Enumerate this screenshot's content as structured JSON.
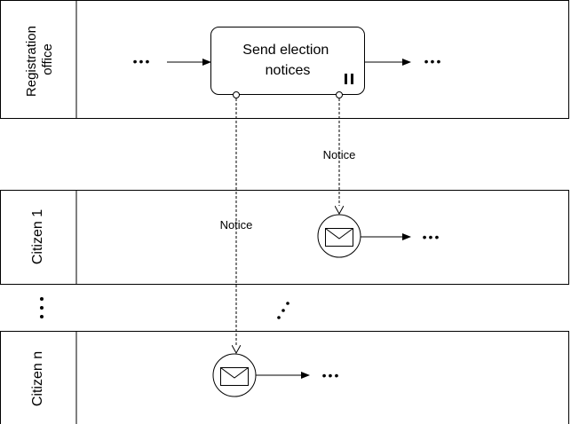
{
  "pools": [
    {
      "id": "registration",
      "label_lines": [
        "Registration",
        "office"
      ]
    },
    {
      "id": "citizen1",
      "label_lines": [
        "Citizen 1"
      ]
    },
    {
      "id": "citizenn",
      "label_lines": [
        "Citizen n"
      ]
    }
  ],
  "task": {
    "label_lines": [
      "Send election",
      "notices"
    ],
    "marker": "parallel multi-instance"
  },
  "message_flows": [
    {
      "label": "Notice",
      "target": "citizen1"
    },
    {
      "label": "Notice",
      "target": "citizenn"
    }
  ],
  "ellipsis": "•••"
}
